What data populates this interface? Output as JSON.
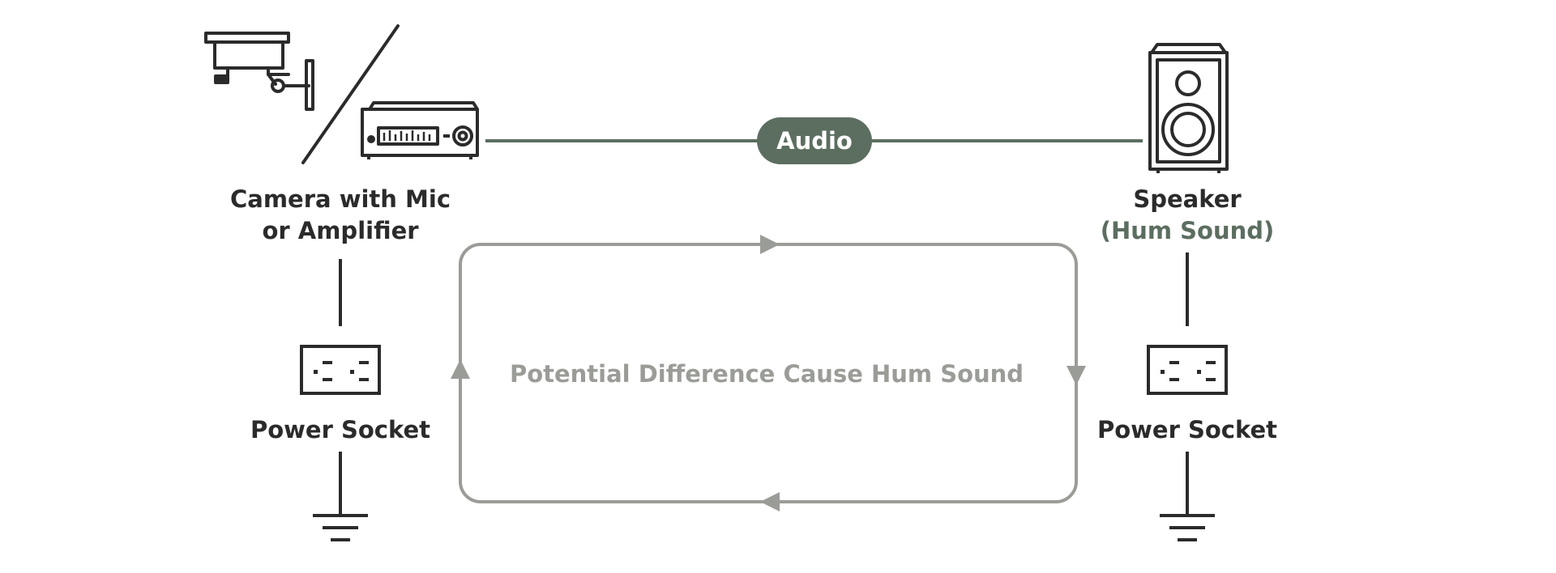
{
  "colors": {
    "ink": "#2b2b2b",
    "accent": "#5c6e60",
    "loop": "#9a9d97",
    "badge_text": "#ffffff",
    "background": "#ffffff"
  },
  "icons": {
    "camera": "security-camera-icon",
    "amplifier": "amplifier-icon",
    "speaker": "speaker-icon",
    "left_socket": "power-socket-icon",
    "right_socket": "power-socket-icon",
    "left_ground": "ground-icon",
    "right_ground": "ground-icon"
  },
  "audio_badge": "Audio",
  "left": {
    "device_line1": "Camera with Mic",
    "device_line2": "or Amplifier",
    "socket_label": "Power Socket"
  },
  "right": {
    "device_label": "Speaker",
    "device_sublabel": "(Hum Sound)",
    "socket_label": "Power Socket"
  },
  "loop_label": "Potential Difference Cause Hum Sound"
}
